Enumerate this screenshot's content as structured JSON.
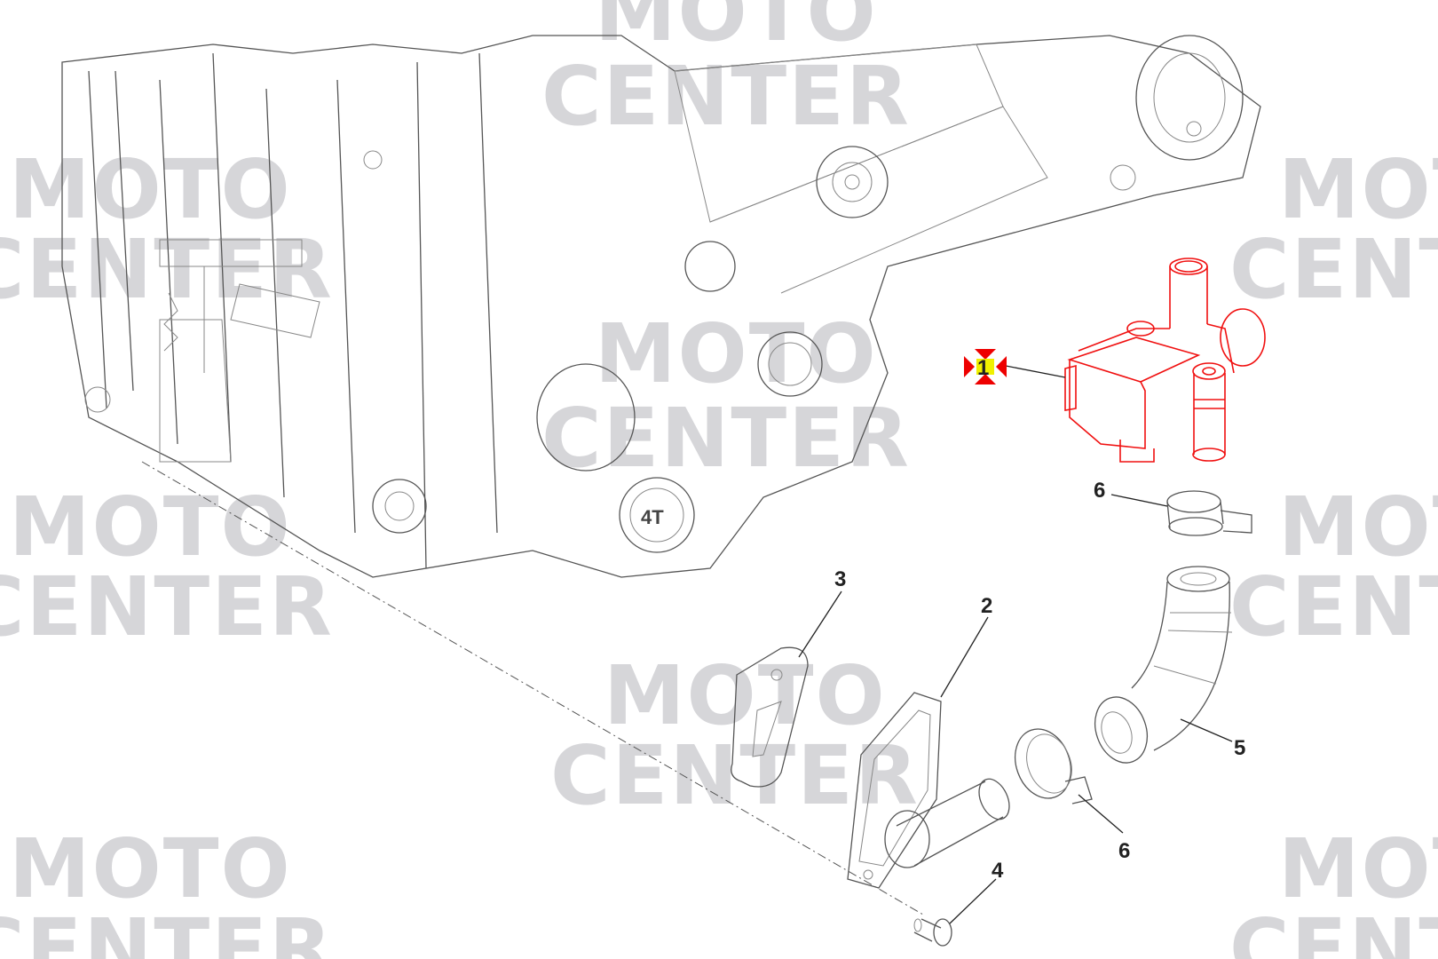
{
  "diagram": {
    "title": "Exploded parts diagram - engine secondary air / valve assembly",
    "highlight_color": "#f01010",
    "selected_part": "1",
    "callouts": [
      {
        "id": "callout-1",
        "label": "1"
      },
      {
        "id": "callout-2",
        "label": "2"
      },
      {
        "id": "callout-3",
        "label": "3"
      },
      {
        "id": "callout-4",
        "label": "4"
      },
      {
        "id": "callout-5",
        "label": "5"
      },
      {
        "id": "callout-6a",
        "label": "6"
      },
      {
        "id": "callout-6b",
        "label": "6"
      }
    ],
    "engine_badge": "4T"
  },
  "watermark": {
    "line1": "MOTO",
    "line2": "CENTER"
  }
}
